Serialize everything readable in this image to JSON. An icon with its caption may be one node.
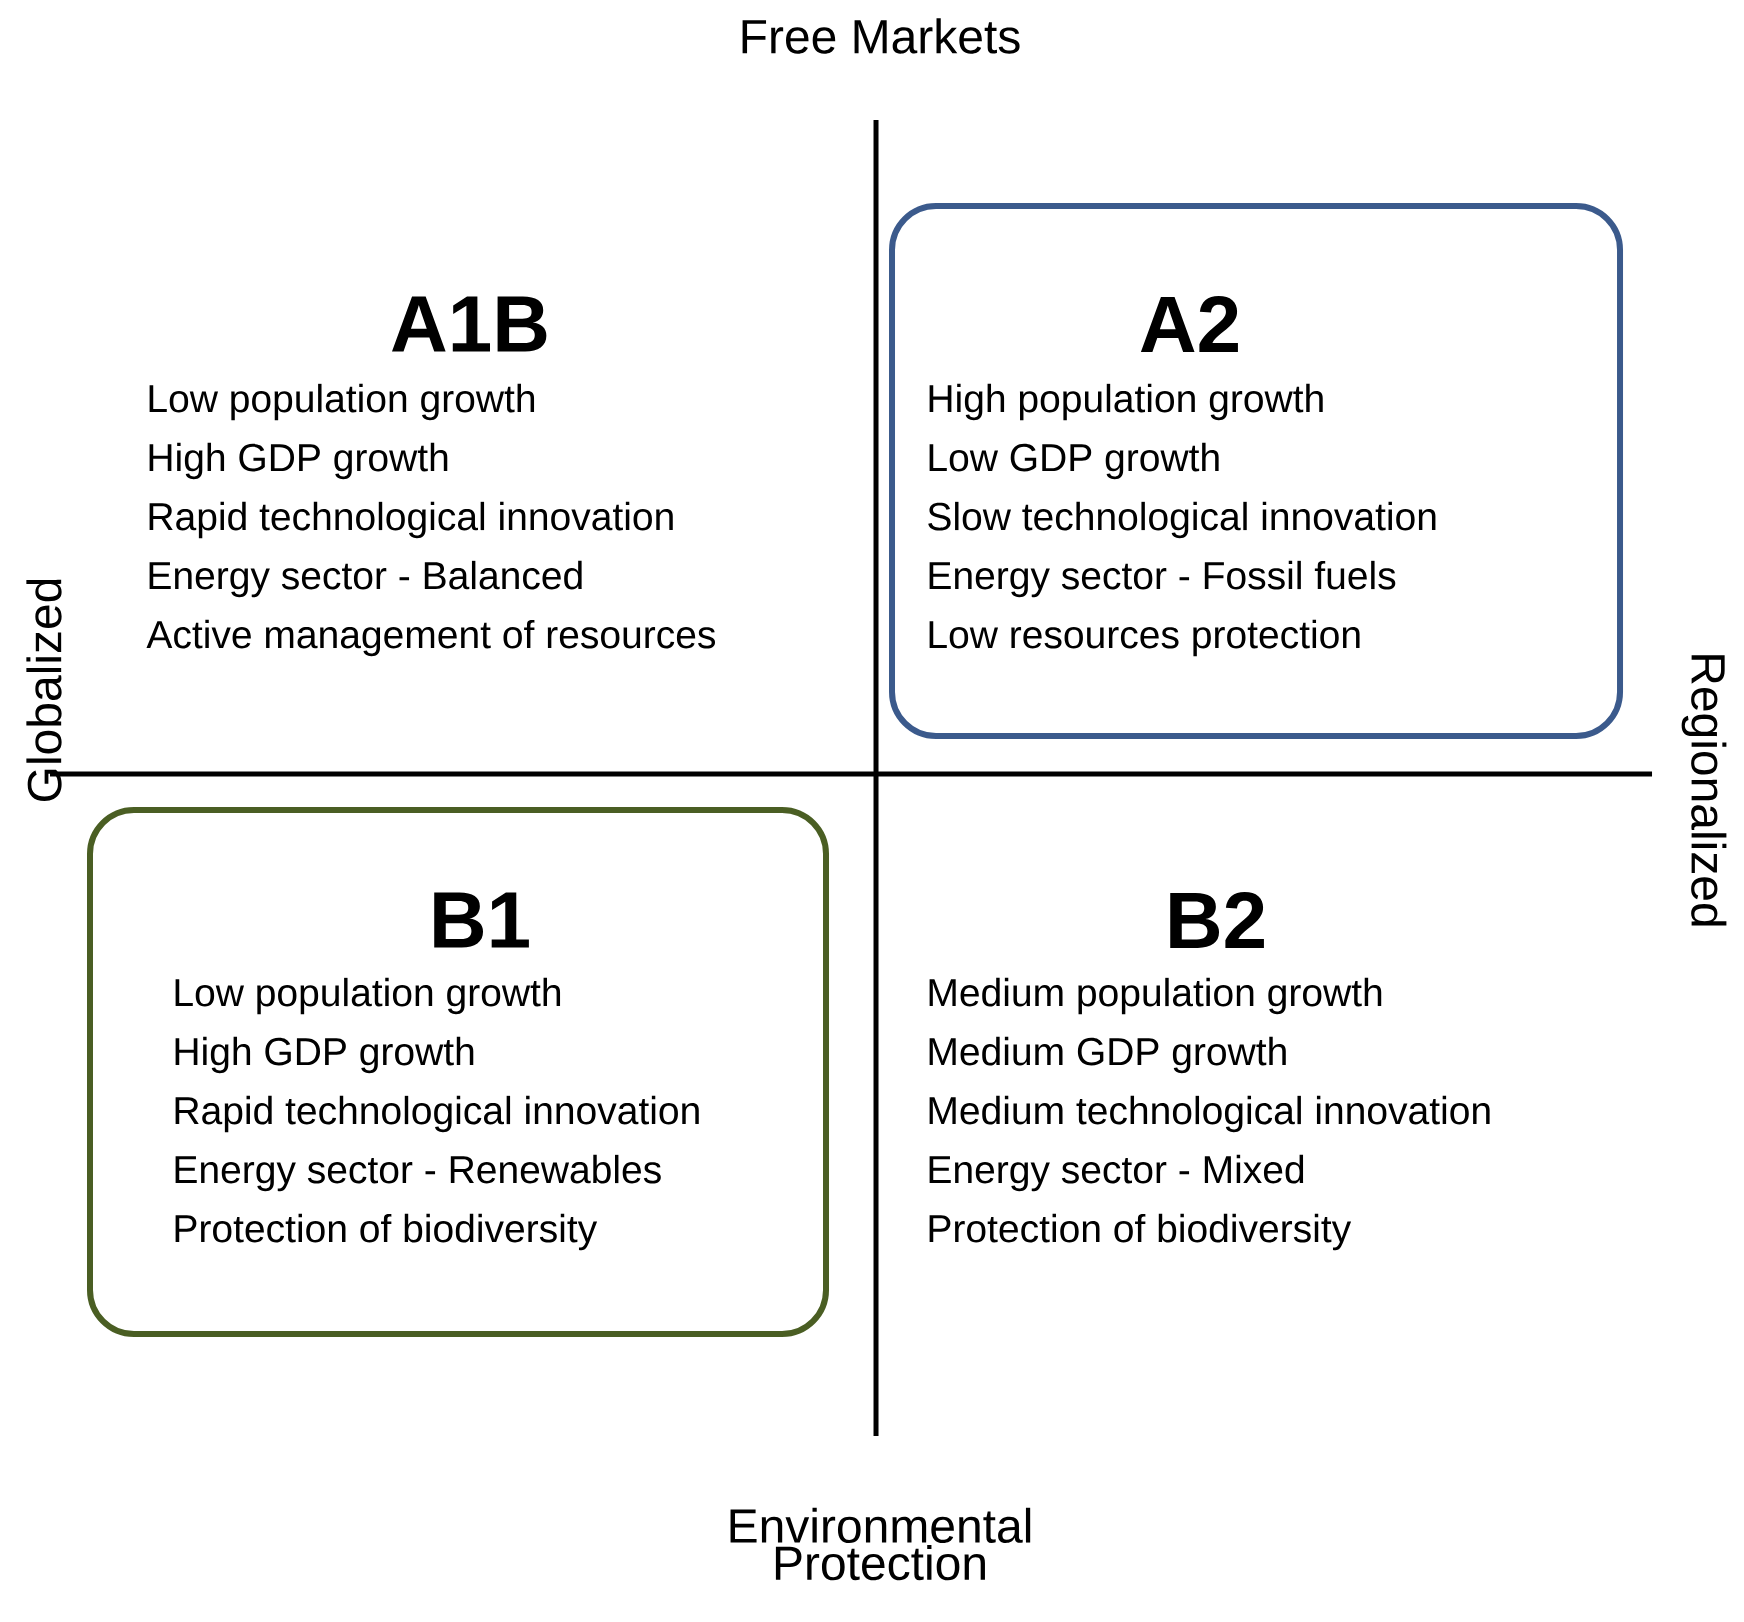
{
  "diagram": {
    "nodes": [
      {
        "text": [
          "A2",
          "High population growth",
          "Low GDP growth",
          "Slow technological innovation",
          "Energy sector - Fossil fuels",
          "Low resources protection"
        ]
      },
      {
        "text": [
          "B1",
          "Low population growth",
          "High GDP growth",
          "Rapid technological innovation",
          "Energy sector - Renewables",
          "Protection of biodiversity"
        ]
      }
    ],
    "edges": [],
    "labels": [
      "Free Markets",
      "A1B",
      "Low population growth",
      "High GDP growth",
      "Rapid technological innovation",
      "Energy sector - Balanced",
      "Active management of resources",
      "Globalized",
      "Regionalized",
      "B2",
      "Medium population growth",
      "Medium GDP growth",
      "Medium technological innovation",
      "Energy sector - Mixed",
      "Protection of biodiversity",
      "Environmental Protection"
    ]
  }
}
